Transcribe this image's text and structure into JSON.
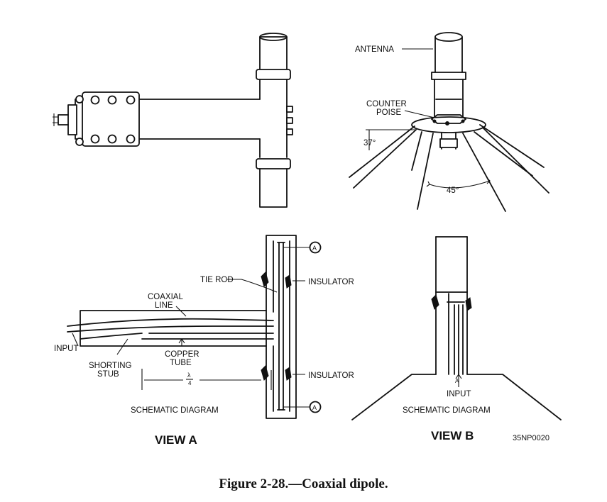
{
  "figure": {
    "caption": "Figure 2-28.—Coaxial dipole.",
    "code": "35NP0020"
  },
  "view_a": {
    "title": "VIEW A",
    "labels": {
      "tie_rod": "TIE ROD",
      "insulator_top": "INSULATOR",
      "insulator_bottom": "INSULATOR",
      "coaxial_line": [
        "COAXIAL",
        "LINE"
      ],
      "input": "INPUT",
      "shorting_stub": [
        "SHORTING",
        "STUB"
      ],
      "copper_tube": [
        "COPPER",
        "TUBE"
      ],
      "quarter_wave": [
        "λ",
        "4"
      ],
      "ref_top": "A",
      "ref_bottom": "A",
      "schematic": "SCHEMATIC DIAGRAM"
    }
  },
  "view_b": {
    "title": "VIEW B",
    "labels": {
      "antenna": "ANTENNA",
      "counterpoise": [
        "COUNTER",
        "POISE"
      ],
      "angle_small": "37°",
      "angle_spread": "45°",
      "input": "INPUT",
      "cross_section": "A",
      "schematic": "SCHEMATIC DIAGRAM"
    }
  }
}
